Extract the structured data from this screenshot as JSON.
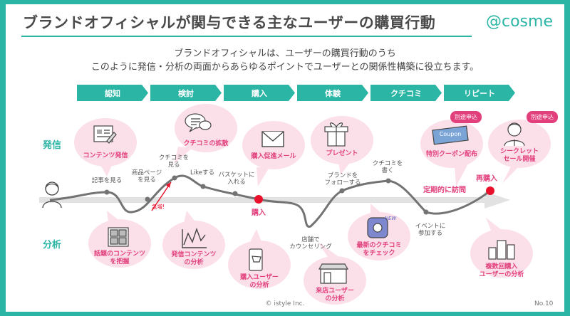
{
  "header": {
    "title": "ブランドオフィシャルが関与できる主なユーザーの購買行動",
    "logo": "@cosme"
  },
  "intro": {
    "line1": "ブランドオフィシャルは、ユーザーの購買行動のうち",
    "line2": "このように発信・分析の両面からあらゆるポイントでユーザーとの関係性構築に役立ちます。"
  },
  "stages": [
    "認知",
    "検討",
    "購入",
    "体験",
    "クチコミ",
    "リピート"
  ],
  "rows": {
    "send": "発信",
    "analyze": "分析"
  },
  "send_items": {
    "content": "コンテンツ発信",
    "kuchikomi_spread": "クチコミの拡散",
    "promo_mail": "購入促進メール",
    "present": "プレゼント",
    "coupon": "特別クーポン配布",
    "coupon_card": "Coupon",
    "secret_sale": [
      "シークレット",
      "セール開催"
    ]
  },
  "badges": {
    "coupon": "別途申込",
    "secret_sale": "別途申込"
  },
  "analyze_items": {
    "topics": [
      "話題のコンテンツ",
      "を把握"
    ],
    "send_content": [
      "発信コンテンツ",
      "の分析"
    ],
    "buyers": [
      "購入ユーザー",
      "の分析"
    ],
    "visitors": [
      "来店ユーザー",
      "の分析"
    ],
    "latest": [
      "最新のクチコミ",
      "をチェック"
    ],
    "new_tag": "NEW",
    "repeat": [
      "複数回購入",
      "ユーザーの分析"
    ]
  },
  "path_labels": {
    "read_article": "記事を見る",
    "product_page": [
      "商品ページ",
      "を見る"
    ],
    "see_kuchikomi": [
      "クチコミを",
      "見る"
    ],
    "like": "Likeする",
    "basket": [
      "バスケットに",
      "入れる"
    ],
    "counseling": [
      "店舗で",
      "カウンセリング"
    ],
    "follow_brand": [
      "ブランドを",
      "フォローする"
    ],
    "write_kuchikomi": [
      "クチコミを",
      "書く"
    ],
    "join_event": [
      "イベントに",
      "参加する"
    ]
  },
  "accents": {
    "surge": "急増!",
    "purchase": "購入",
    "regular_visit": "定期的に訪問",
    "repurchase": "再購入"
  },
  "footer": {
    "copyright": "© istyle Inc.",
    "page": "No.10"
  },
  "colors": {
    "teal": "#2bb5a5",
    "pink": "#e2407d",
    "bubble": "#fce0e9",
    "track": "#e2e2e2",
    "curve": "#737373"
  }
}
